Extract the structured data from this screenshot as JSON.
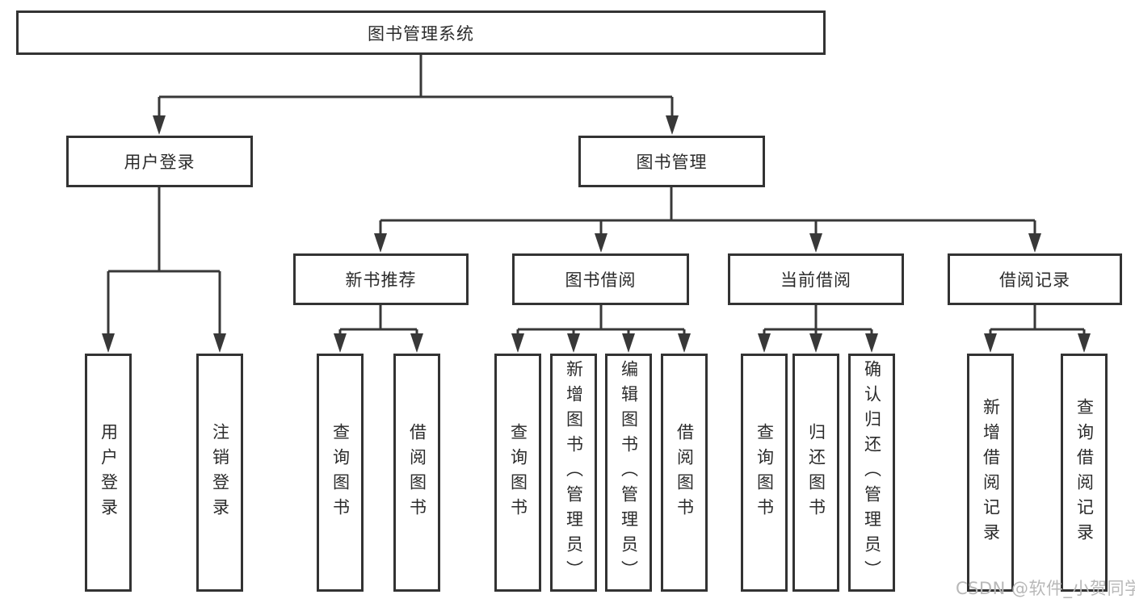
{
  "diagram": {
    "root": "图书管理系统",
    "level2": [
      {
        "label": "用户登录"
      },
      {
        "label": "图书管理"
      }
    ],
    "level3": [
      {
        "label": "新书推荐"
      },
      {
        "label": "图书借阅"
      },
      {
        "label": "当前借阅"
      },
      {
        "label": "借阅记录"
      }
    ],
    "leaves": {
      "user_login": [
        "用户登录",
        "注销登录"
      ],
      "new_books": [
        "查询图书",
        "借阅图书"
      ],
      "book_borrow": [
        "查询图书",
        "新增图书（管理员）",
        "编辑图书（管理员）",
        "借阅图书"
      ],
      "current_borrow": [
        "查询图书",
        "归还图书",
        "确认归还（管理员）"
      ],
      "borrow_records": [
        "新增借阅记录",
        "查询借阅记录"
      ]
    }
  },
  "colors": {
    "line": "#383838",
    "text": "#2b2b2b",
    "watermark": "#b8b8b8"
  },
  "watermark": "CSDN @软件_小贺同学"
}
